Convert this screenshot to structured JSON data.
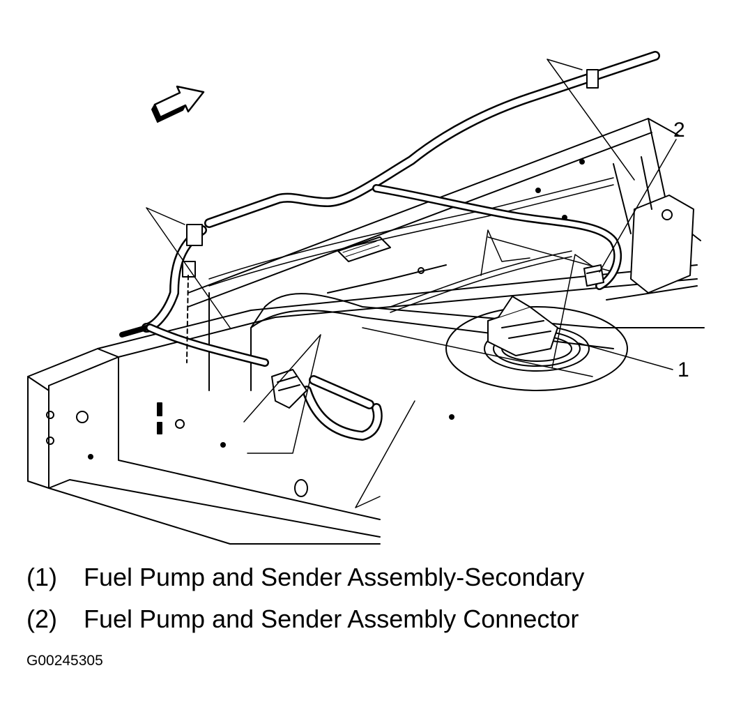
{
  "callouts": [
    {
      "number": "1"
    },
    {
      "number": "2"
    }
  ],
  "legend": [
    {
      "number": "(1)",
      "label": "Fuel Pump and Sender Assembly-Secondary"
    },
    {
      "number": "(2)",
      "label": "Fuel Pump and Sender Assembly Connector"
    }
  ],
  "figure_id": "G00245305",
  "icons": {
    "direction": "front-direction-arrow-icon"
  }
}
